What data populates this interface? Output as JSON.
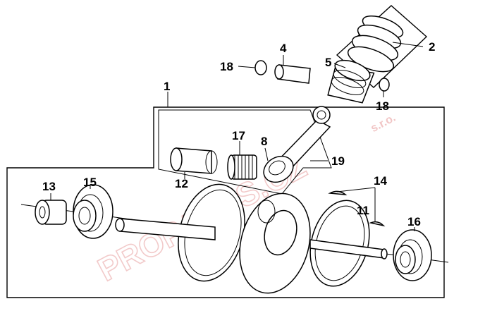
{
  "diagram": {
    "watermark": "PROPARTS.CZ",
    "watermark_suffix": "s.r.o.",
    "callouts": [
      {
        "id": "c1",
        "label": "1"
      },
      {
        "id": "c2",
        "label": "2"
      },
      {
        "id": "c4",
        "label": "4"
      },
      {
        "id": "c5",
        "label": "5"
      },
      {
        "id": "c18a",
        "label": "18"
      },
      {
        "id": "c18b",
        "label": "18"
      },
      {
        "id": "c17",
        "label": "17"
      },
      {
        "id": "c8",
        "label": "8"
      },
      {
        "id": "c19",
        "label": "19"
      },
      {
        "id": "c12",
        "label": "12"
      },
      {
        "id": "c14",
        "label": "14"
      },
      {
        "id": "c11",
        "label": "11"
      },
      {
        "id": "c13",
        "label": "13"
      },
      {
        "id": "c15",
        "label": "15"
      },
      {
        "id": "c16",
        "label": "16"
      }
    ]
  }
}
